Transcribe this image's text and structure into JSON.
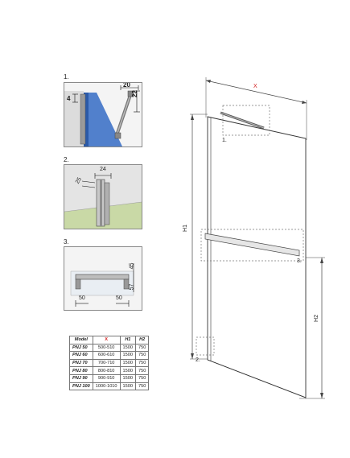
{
  "details": {
    "d1": {
      "label": "1.",
      "dim_top": "20",
      "dim_left": "4",
      "dim_right": "22"
    },
    "d2": {
      "label": "2.",
      "dim_a": "25",
      "dim_b": "24"
    },
    "d3": {
      "label": "3.",
      "dim_left": "50",
      "dim_right": "50",
      "dim_v1": "45",
      "dim_v2": "57"
    }
  },
  "main": {
    "x_label": "X",
    "h1_label": "H1",
    "h2_label": "H2",
    "callout_1": "1.",
    "callout_2": "2.",
    "callout_3": "3."
  },
  "table": {
    "headers": [
      "Model",
      "X",
      "H1",
      "H2"
    ],
    "rows": [
      {
        "model": "PNJ 50",
        "x": "500-510",
        "h1": "1500",
        "h2": "750"
      },
      {
        "model": "PNJ 60",
        "x": "600-610",
        "h1": "1500",
        "h2": "750"
      },
      {
        "model": "PNJ 70",
        "x": "700-710",
        "h1": "1500",
        "h2": "750"
      },
      {
        "model": "PNJ 80",
        "x": "800-810",
        "h1": "1500",
        "h2": "750"
      },
      {
        "model": "PNJ 90",
        "x": "900-910",
        "h1": "1500",
        "h2": "750"
      },
      {
        "model": "PNJ 100",
        "x": "1000-1010",
        "h1": "1500",
        "h2": "750"
      }
    ]
  },
  "colors": {
    "accent_red": "#d21f1f",
    "glass_blue": "#3f73c8",
    "floor_green": "#c9d9a6",
    "wall_gray": "#d8d8d8"
  }
}
